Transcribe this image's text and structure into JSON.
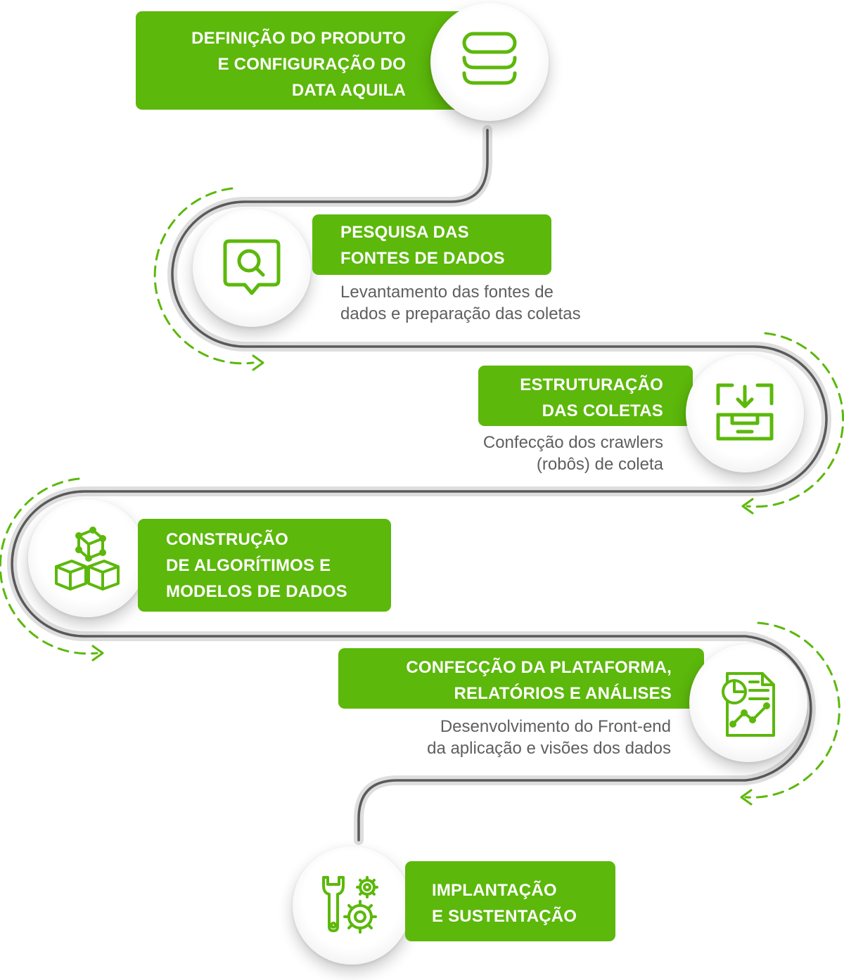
{
  "accent_color": "#5cb80b",
  "steps": [
    {
      "title_lines": [
        "DEFINIÇÃO DO PRODUTO",
        "E CONFIGURAÇÃO DO",
        "DATA AQUILA"
      ],
      "description_lines": [],
      "icon": "layers-icon"
    },
    {
      "title_lines": [
        "PESQUISA DAS",
        "FONTES DE DADOS"
      ],
      "description_lines": [
        "Levantamento das fontes de",
        "dados e preparação das coletas"
      ],
      "icon": "search-chat-icon"
    },
    {
      "title_lines": [
        "ESTRUTURAÇÃO",
        "DAS COLETAS"
      ],
      "description_lines": [
        "Confecção dos crawlers",
        "(robôs) de coleta"
      ],
      "icon": "inbox-download-icon"
    },
    {
      "title_lines": [
        "CONSTRUÇÃO",
        "DE ALGORÍTIMOS E",
        "MODELOS DE DADOS"
      ],
      "description_lines": [],
      "icon": "cubes-icon"
    },
    {
      "title_lines": [
        "CONFECÇÃO DA PLATAFORMA,",
        "RELATÓRIOS E ANÁLISES"
      ],
      "description_lines": [
        "Desenvolvimento do Front-end",
        "da aplicação e visões dos dados"
      ],
      "icon": "report-chart-icon"
    },
    {
      "title_lines": [
        "IMPLANTAÇÃO",
        "E SUSTENTAÇÃO"
      ],
      "description_lines": [],
      "icon": "wrench-gears-icon"
    }
  ]
}
